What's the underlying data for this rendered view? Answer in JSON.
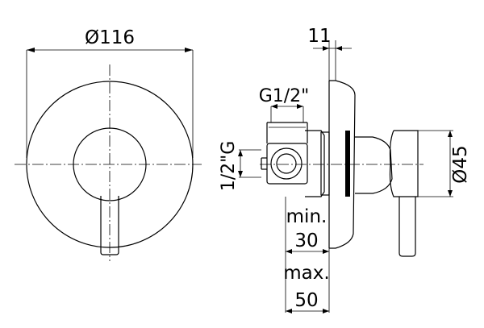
{
  "dimensions": {
    "front_diameter": "Ø116",
    "plate_thickness": "11",
    "outlet_thread": "G1/2\"",
    "inlet_thread": "1/2\"G",
    "body_diameter": "Ø45",
    "wall_min_label": "min.",
    "wall_min_value": "30",
    "wall_max_label": "max.",
    "wall_max_value": "50"
  }
}
